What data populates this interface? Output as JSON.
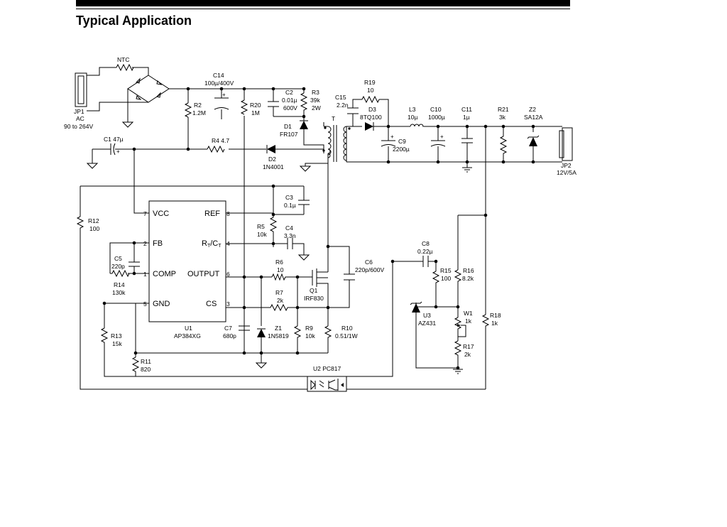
{
  "page": {
    "heading": "Typical Application"
  },
  "ic": {
    "ref": "U1",
    "part": "AP384XG",
    "pins": [
      {
        "id": "vcc",
        "name": "VCC",
        "num": "7"
      },
      {
        "id": "fb",
        "name": "FB",
        "num": "2"
      },
      {
        "id": "comp",
        "name": "COMP",
        "num": "1"
      },
      {
        "id": "gnd",
        "name": "GND",
        "num": "5"
      },
      {
        "id": "ref",
        "name": "REF",
        "num": "8"
      },
      {
        "id": "rtct",
        "name": "R",
        "sub1": "T",
        "mid": "/C",
        "sub2": "T",
        "num": "4"
      },
      {
        "id": "output",
        "name": "OUTPUT",
        "num": "6"
      },
      {
        "id": "cs",
        "name": "CS",
        "num": "3"
      }
    ]
  },
  "labels": {
    "jp1": [
      "JP1",
      "AC",
      "90 to 264V"
    ],
    "ntc": "NTC",
    "c14": [
      "C14",
      "100µ/400V"
    ],
    "r2": [
      "R2",
      "1.2M"
    ],
    "r20": [
      "R20",
      "1M"
    ],
    "c2": [
      "C2",
      "0.01µ",
      "600V"
    ],
    "r3": [
      "R3",
      "39k",
      "2W"
    ],
    "d1": [
      "D1",
      "FR107"
    ],
    "t": "T",
    "c15": [
      "C15",
      "2.2n"
    ],
    "r19": [
      "R19",
      "10"
    ],
    "d3": [
      "D3",
      "8TQ100"
    ],
    "c9": [
      "C9",
      "2200µ"
    ],
    "l3": [
      "L3",
      "10µ"
    ],
    "c10": [
      "C10",
      "1000µ"
    ],
    "c11": [
      "C11",
      "1µ"
    ],
    "r21": [
      "R21",
      "3k"
    ],
    "z2": [
      "Z2",
      "SA12A"
    ],
    "jp2": [
      "JP2",
      "12V/5A"
    ],
    "c1": "C1 47µ",
    "r4": "R4 4.7",
    "d2": [
      "D2",
      "1N4001"
    ],
    "c3": [
      "C3",
      "0.1µ"
    ],
    "r5": [
      "R5",
      "10k"
    ],
    "c4": [
      "C4",
      "3.3n"
    ],
    "r12": [
      "R12",
      "100"
    ],
    "c5": [
      "C5",
      "220p"
    ],
    "r14": [
      "R14",
      "130k"
    ],
    "r6": [
      "R6",
      "10"
    ],
    "r7": [
      "R7",
      "2k"
    ],
    "q1": [
      "Q1",
      "IRF830"
    ],
    "c6": [
      "C6",
      "220p/600V"
    ],
    "c8": [
      "C8",
      "0.22µ"
    ],
    "r15": [
      "R15",
      "100"
    ],
    "r16": [
      "R16",
      "8.2k"
    ],
    "u3": [
      "U3",
      "AZ431"
    ],
    "w1": [
      "W1",
      "1k"
    ],
    "r18": [
      "R18",
      "1k"
    ],
    "r17": [
      "R17",
      "2k"
    ],
    "r13": [
      "R13",
      "15k"
    ],
    "c7": [
      "C7",
      "680p"
    ],
    "z1": [
      "Z1",
      "1N5819"
    ],
    "r9": [
      "R9",
      "10k"
    ],
    "r10": [
      "R10",
      "0.51/1W"
    ],
    "r11": [
      "R11",
      "820"
    ],
    "u2": "U2 PC817",
    "plus": "+"
  }
}
